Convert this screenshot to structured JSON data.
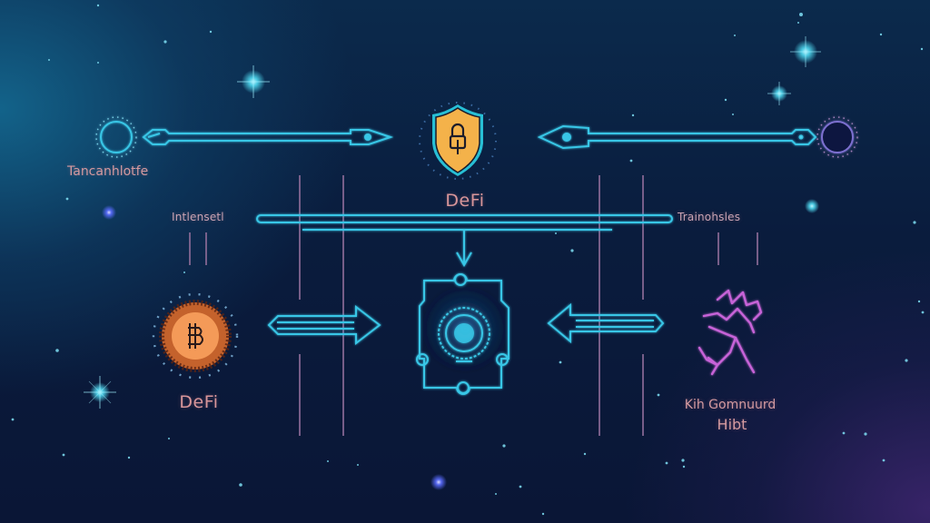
{
  "diagram": {
    "theme_colors": {
      "background_top": "#0b2a4c",
      "background_bottom": "#0a1636",
      "line_cyan": "#38c6e6",
      "line_violet": "#8a6a96",
      "label_pink": "#d8969a",
      "shield_gold": "#f4b24a",
      "coin_orange": "#f49a58",
      "glyph_magenta": "#c763d8"
    },
    "top_node": {
      "icon": "shield-lock-icon",
      "label": "DeFi"
    },
    "left_top_node": {
      "icon": "ring-node-icon",
      "label": "Tancanhlotfe"
    },
    "right_top_node": {
      "icon": "ring-node-icon"
    },
    "left_mid_label": "Intlensetl",
    "right_mid_label": "Trainohsles",
    "left_bottom_node": {
      "icon": "bitcoin-coin-icon",
      "label": "DeFi"
    },
    "center_node": {
      "icon": "vault-core-icon"
    },
    "right_bottom_node": {
      "icon": "abstract-glyph-icon",
      "label_line1": "Kih Gomnuurd",
      "label_line2": "Hibt"
    },
    "connectors": [
      {
        "from": "left_top_node",
        "to": "top_node",
        "type": "arrow-right"
      },
      {
        "from": "right_top_node",
        "to": "top_node",
        "type": "arrow-left"
      },
      {
        "from": "top_node",
        "to": "center_node",
        "type": "arrow-down"
      },
      {
        "from": "left_bottom_node",
        "to": "center_node",
        "type": "double-arrow-right"
      },
      {
        "from": "right_bottom_node",
        "to": "center_node",
        "type": "double-arrow-left"
      }
    ]
  }
}
